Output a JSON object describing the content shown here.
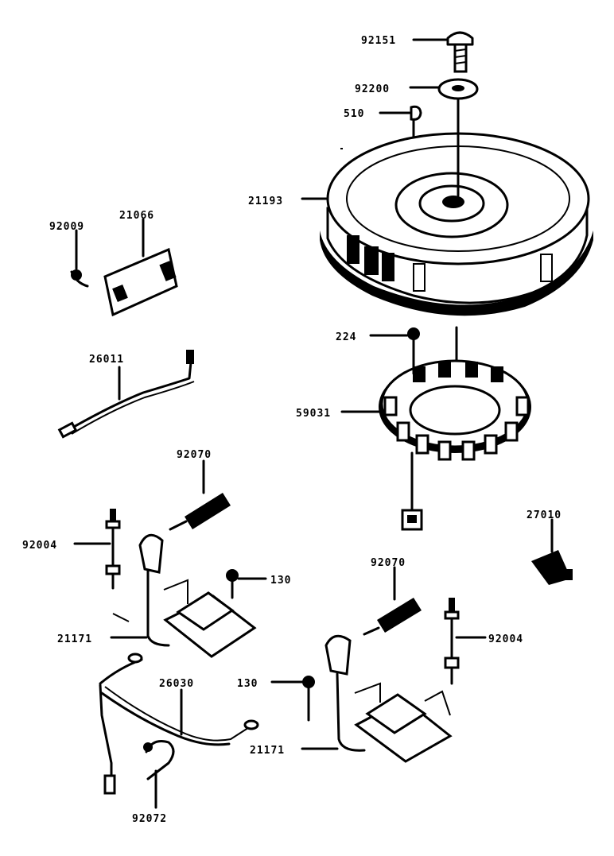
{
  "labels": {
    "bolt_top": "92151",
    "washer_top": "92200",
    "key": "510",
    "flywheel": "21193",
    "screw_regulator": "92009",
    "regulator": "21066",
    "lead_wire": "26011",
    "screw_stator": "224",
    "stator": "59031",
    "spark_plug_left": "92070",
    "stud_left": "92004",
    "bolt_coil_left": "130",
    "coil_left": "21171",
    "diode": "27010",
    "spark_plug_right": "92070",
    "stud_right": "92004",
    "bolt_coil_right": "130",
    "harness": "26030",
    "coil_right": "21171",
    "clamp": "92072"
  }
}
